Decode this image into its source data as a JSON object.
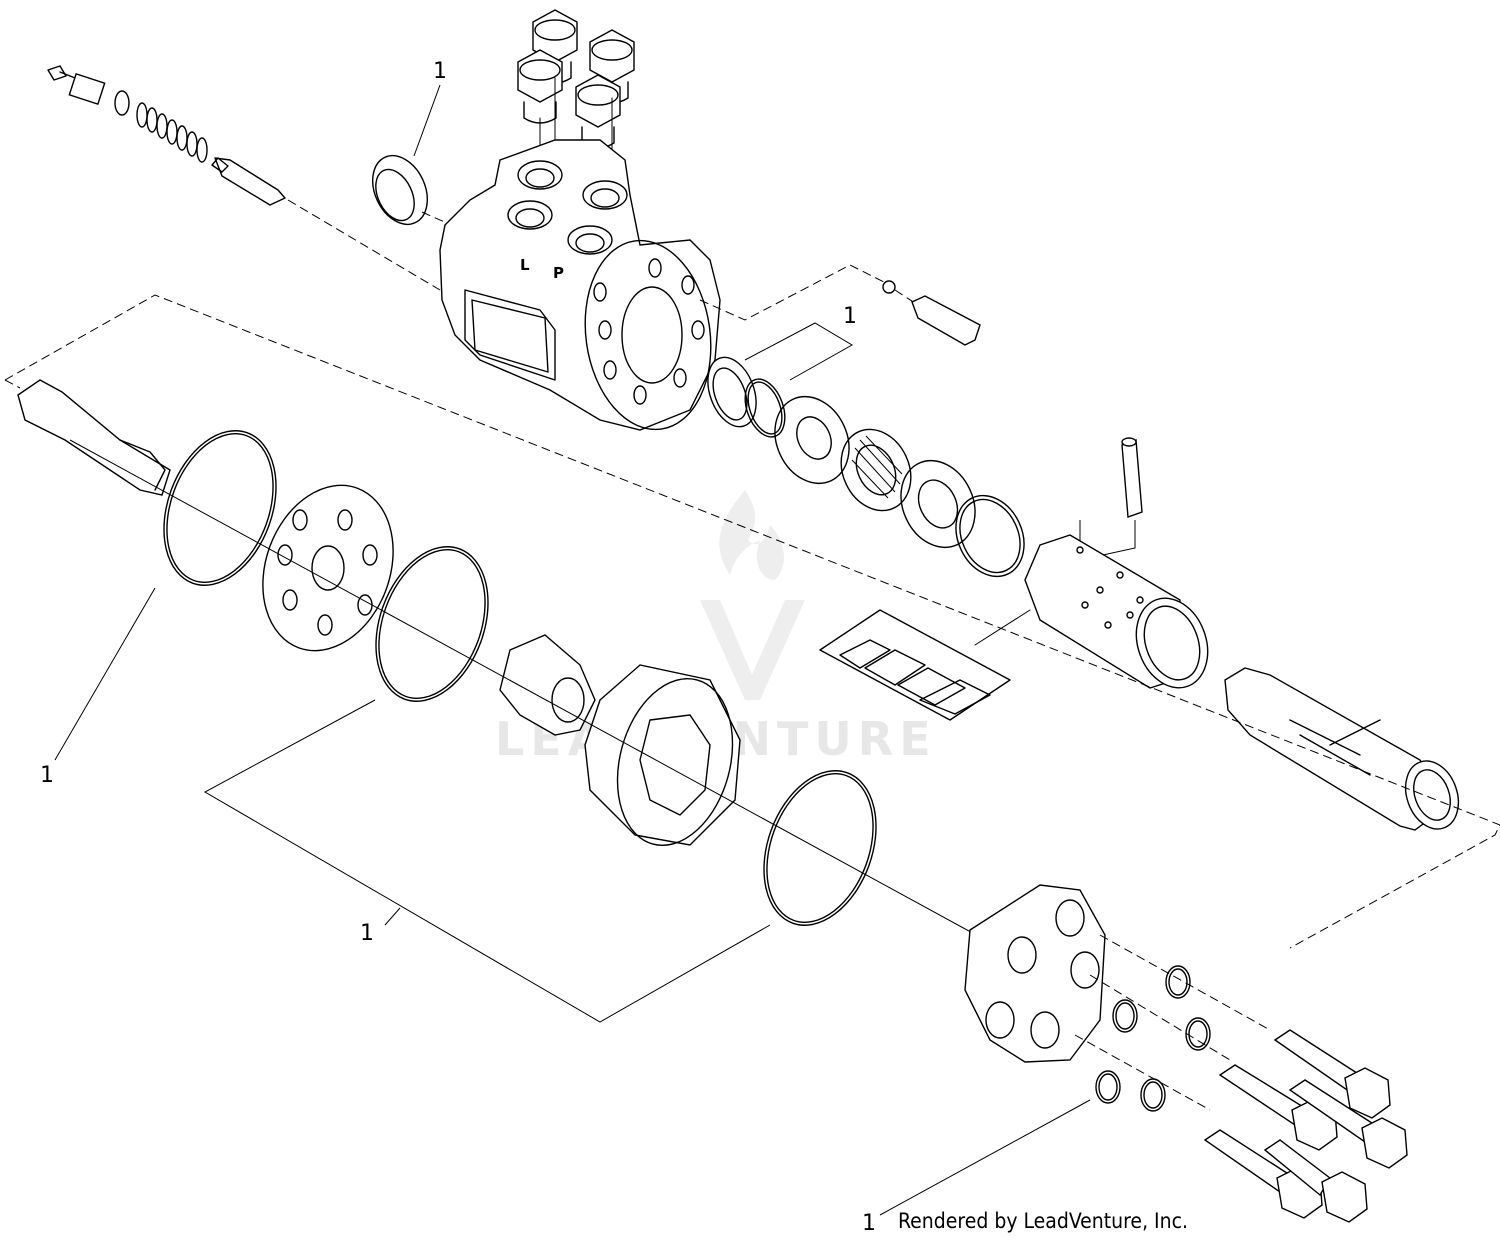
{
  "diagram": {
    "callouts": [
      "1",
      "1",
      "1",
      "1",
      "1"
    ],
    "port_labels": [
      "L",
      "P"
    ],
    "watermark_text": "LEADVENTURE",
    "credit": "Rendered by LeadVenture, Inc."
  }
}
